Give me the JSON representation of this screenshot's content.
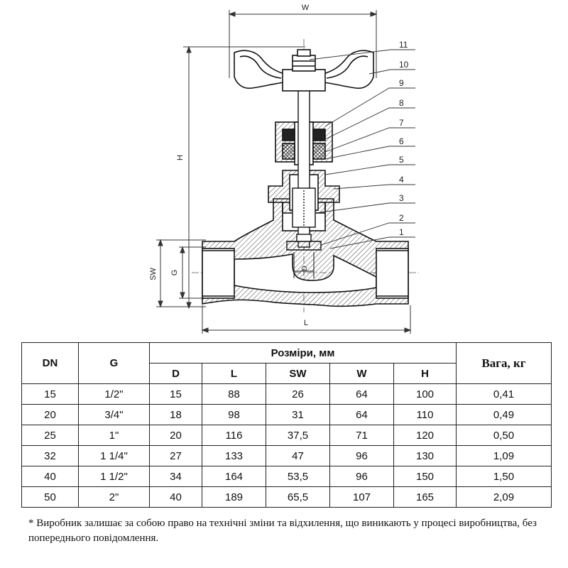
{
  "drawing": {
    "dimensions": {
      "w": "W",
      "h": "H",
      "sw": "SW",
      "g": "G",
      "l": "L",
      "d": "D"
    },
    "part_numbers": [
      "11",
      "10",
      "9",
      "8",
      "7",
      "6",
      "5",
      "4",
      "3",
      "2",
      "1"
    ]
  },
  "table": {
    "headers": {
      "dn": "DN",
      "g": "G",
      "sizes_group": "Розміри, мм",
      "weight": "Вага, кг",
      "sub": [
        "D",
        "L",
        "SW",
        "W",
        "H"
      ]
    },
    "rows": [
      {
        "dn": "15",
        "g": "1/2\"",
        "d": "15",
        "l": "88",
        "sw": "26",
        "w": "64",
        "h": "100",
        "weight": "0,41"
      },
      {
        "dn": "20",
        "g": "3/4\"",
        "d": "18",
        "l": "98",
        "sw": "31",
        "w": "64",
        "h": "110",
        "weight": "0,49"
      },
      {
        "dn": "25",
        "g": "1\"",
        "d": "20",
        "l": "116",
        "sw": "37,5",
        "w": "71",
        "h": "120",
        "weight": "0,50"
      },
      {
        "dn": "32",
        "g": "1 1/4\"",
        "d": "27",
        "l": "133",
        "sw": "47",
        "w": "96",
        "h": "130",
        "weight": "1,09"
      },
      {
        "dn": "40",
        "g": "1 1/2\"",
        "d": "34",
        "l": "164",
        "sw": "53,5",
        "w": "96",
        "h": "150",
        "weight": "1,50"
      },
      {
        "dn": "50",
        "g": "2\"",
        "d": "40",
        "l": "189",
        "sw": "65,5",
        "w": "107",
        "h": "165",
        "weight": "2,09"
      }
    ]
  },
  "note": "* Виробник залишає за собою право на технічні зміни та відхилення, що виникають у процесі виробництва, без попереднього повідомлення."
}
